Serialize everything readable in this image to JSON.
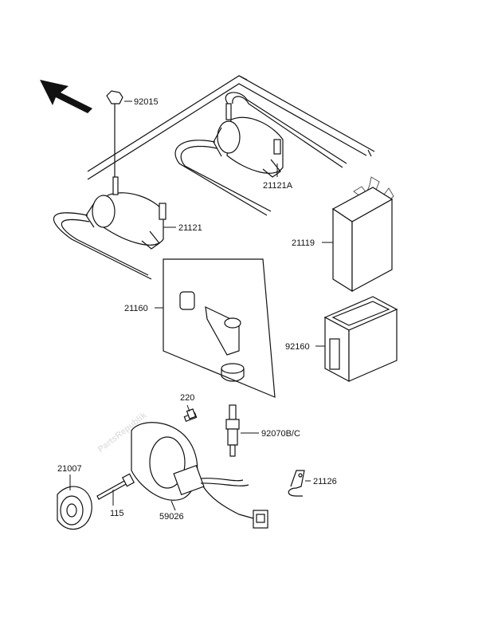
{
  "watermark": {
    "text": "PartsRepublik"
  },
  "parts": {
    "nut_92015": "92015",
    "coil_21121A": "21121A",
    "coil_21121": "21121",
    "unit_21119": "21119",
    "caps_21160": "21160",
    "holder_92160": "92160",
    "bolt_220": "220",
    "plug_92070": "92070B/C",
    "rotor_21007": "21007",
    "bolt_115": "115",
    "pickup_59026": "59026",
    "clamp_21126": "21126"
  },
  "icons": {
    "front_arrow": "arrow-icon",
    "logo": "gear-icon"
  }
}
